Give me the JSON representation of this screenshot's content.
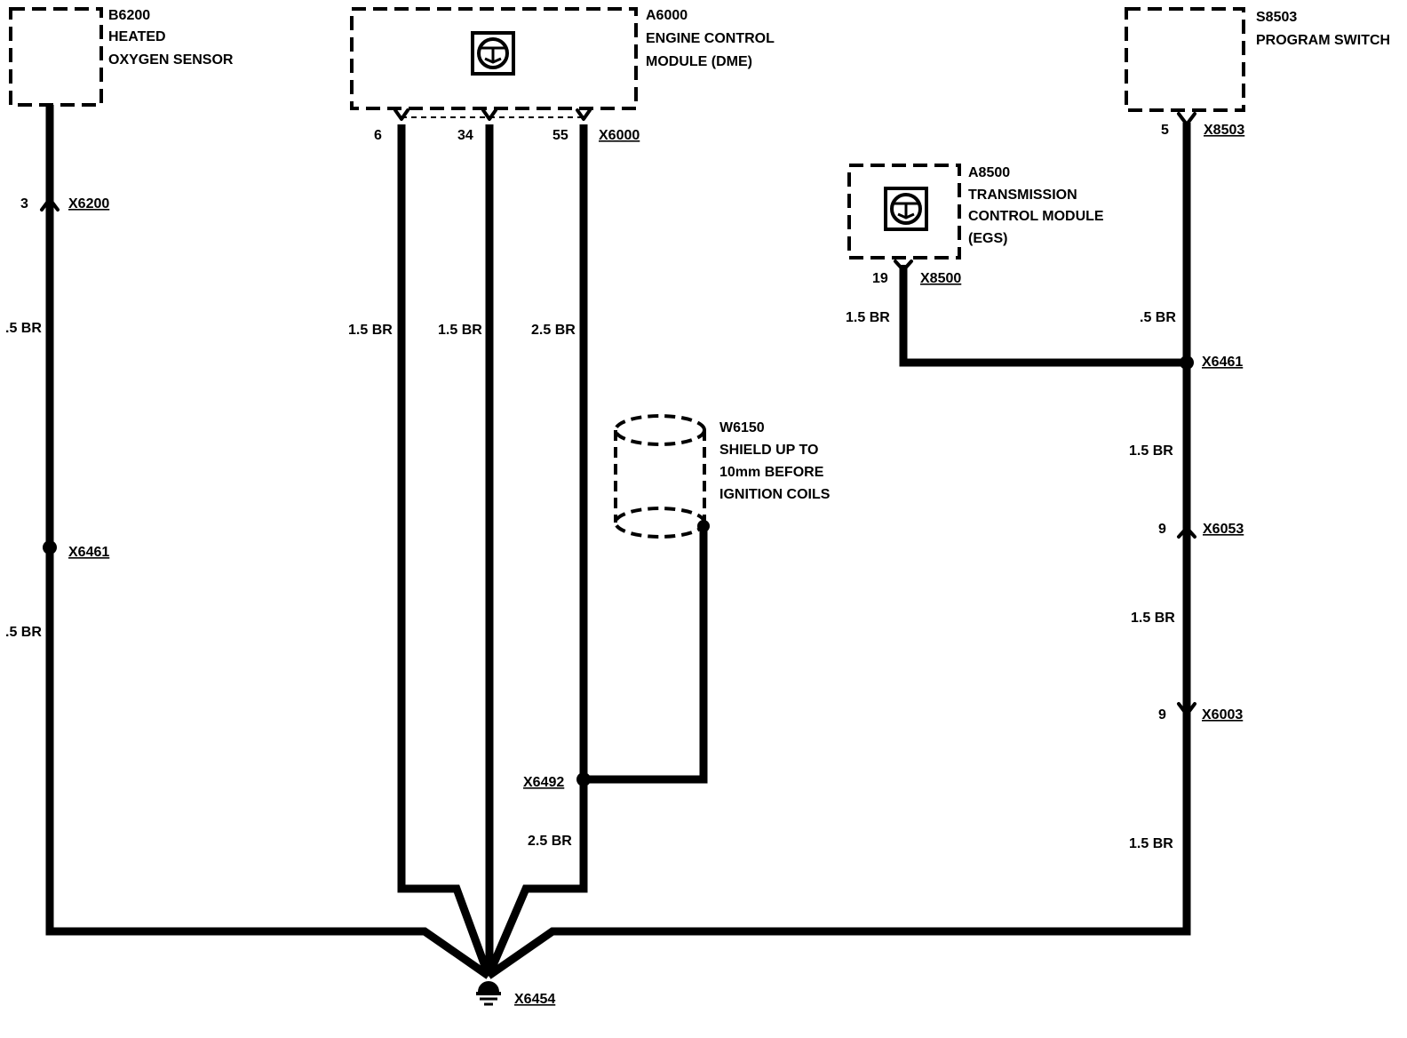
{
  "components": {
    "oxygen_sensor": {
      "id": "B6200",
      "line1": "HEATED",
      "line2": "OXYGEN SENSOR"
    },
    "engine_module": {
      "id": "A6000",
      "line1": "ENGINE CONTROL",
      "line2": "MODULE (DME)"
    },
    "program_switch": {
      "id": "S8503",
      "line1": "PROGRAM SWITCH"
    },
    "transmission_module": {
      "id": "A8500",
      "line1": "TRANSMISSION",
      "line2": "CONTROL MODULE",
      "line3": "(EGS)"
    },
    "shield": {
      "id": "W6150",
      "line1": "SHIELD UP TO",
      "line2": "10mm BEFORE",
      "line3": "IGNITION COILS"
    }
  },
  "connectors": {
    "x6200": "X6200",
    "x6461_left": "X6461",
    "x6000": "X6000",
    "x8500": "X8500",
    "x8503": "X8503",
    "x6461_right": "X6461",
    "x6053": "X6053",
    "x6003": "X6003",
    "x6492": "X6492",
    "ground": "X6454"
  },
  "pins": {
    "p3": "3",
    "p6": "6",
    "p34": "34",
    "p55": "55",
    "p19": "19",
    "p5": "5",
    "p9a": "9",
    "p9b": "9"
  },
  "wires": {
    "o2_upper": ".5 BR",
    "o2_lower": ".5 BR",
    "dme_6": "1.5 BR",
    "dme_34": "1.5 BR",
    "dme_55": "2.5 BR",
    "dme_55_lower": "2.5 BR",
    "egs_19": "1.5 BR",
    "switch_upper": ".5 BR",
    "right_mid": "1.5 BR",
    "right_low": "1.5 BR",
    "right_bottom": "1.5 BR"
  }
}
